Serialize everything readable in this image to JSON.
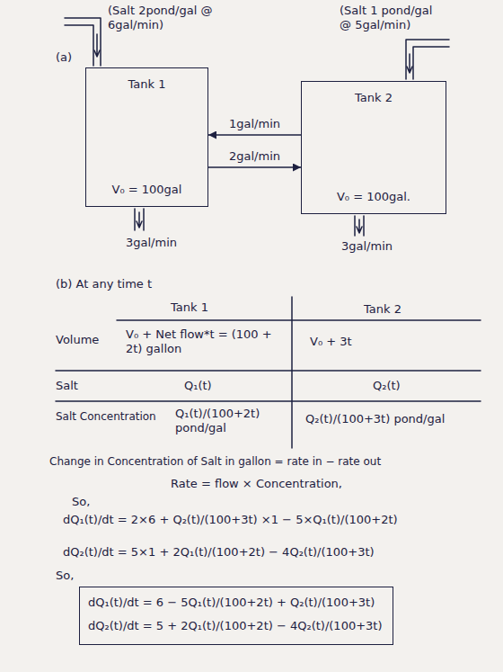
{
  "diagram": {
    "nodes": [
      {
        "text": [
          "Tank 1",
          "V₀ = 100gal"
        ]
      },
      {
        "text": [
          "Tank 2",
          "V₀ = 100gal."
        ]
      },
      {
        "text": [
          "dQ₁(t)/dt = 6 − 5Q₁(t)/(100+2t) + Q₂(t)/(100+3t)",
          "dQ₂(t)/dt = 5 + 2Q₁(t)/(100+2t) − 4Q₂(t)/(100+3t)"
        ]
      }
    ],
    "edges": [
      {
        "from": 1,
        "to": 0,
        "arrow": "to",
        "label": "1gal/min"
      },
      {
        "from": 0,
        "to": 1,
        "arrow": "to",
        "label": "2gal/min"
      }
    ],
    "labels": [
      "(a)",
      "(Salt 2pond/gal @ 6gal/min)",
      "(Salt 1 pond/gal @ 5gal/min)",
      "3gal/min",
      "3gal/min",
      "(b) At any time t",
      "Tank 1",
      "Tank 2",
      "Volume",
      "V₀ + Net flow*t = (100 + 2t) gallon",
      "V₀ + 3t",
      "Salt",
      "Q₁(t)",
      "Q₂(t)",
      "Salt Concentration",
      "Q₁(t)/(100+2t) pond/gal",
      "Q₂(t)/(100+3t) pond/gal",
      "Change in Concentration of Salt in gallon = rate in − rate out",
      "Rate = flow × Concentration,",
      "So,",
      "dQ₁(t)/dt = 2×6 + Q₂(t)/(100+3t) ×1 − 5×Q₁(t)/(100+2t)",
      "dQ₂(t)/dt = 5×1 + 2Q₁(t)/(100+2t) − 4Q₂(t)/(100+3t)",
      "So,"
    ]
  }
}
